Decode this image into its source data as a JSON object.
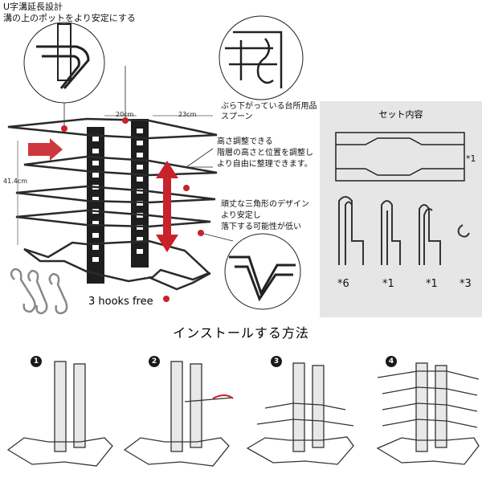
{
  "top_left_text": {
    "line1": "U字溝延長設計",
    "line2": "溝の上のポットをより安定にする"
  },
  "dimensions": {
    "width_a": "20cm",
    "width_b": "23cm",
    "height": "41.4cm"
  },
  "callouts": {
    "hanging": "ぶら下がっている台所用品\nスプーン",
    "height_adjust": "高さ調整できる\n階層の高さと位置を調整し\nより自由に整理できます。",
    "triangle": "頑丈な三角形のデザイン\nより安定し\n落下する可能性が低い"
  },
  "hooks_free": "3 hooks free",
  "contents": {
    "title": "セット内容",
    "qty_rack": "*1",
    "qty_a": "*6",
    "qty_b": "*1",
    "qty_c": "*1",
    "qty_d": "*3"
  },
  "install": {
    "title": "インストールする方法",
    "steps": [
      "1",
      "2",
      "3",
      "4"
    ]
  },
  "colors": {
    "accent_red": "#c8222a",
    "metal": "#2a2a2a",
    "panel_gray": "#e6e6e6"
  }
}
